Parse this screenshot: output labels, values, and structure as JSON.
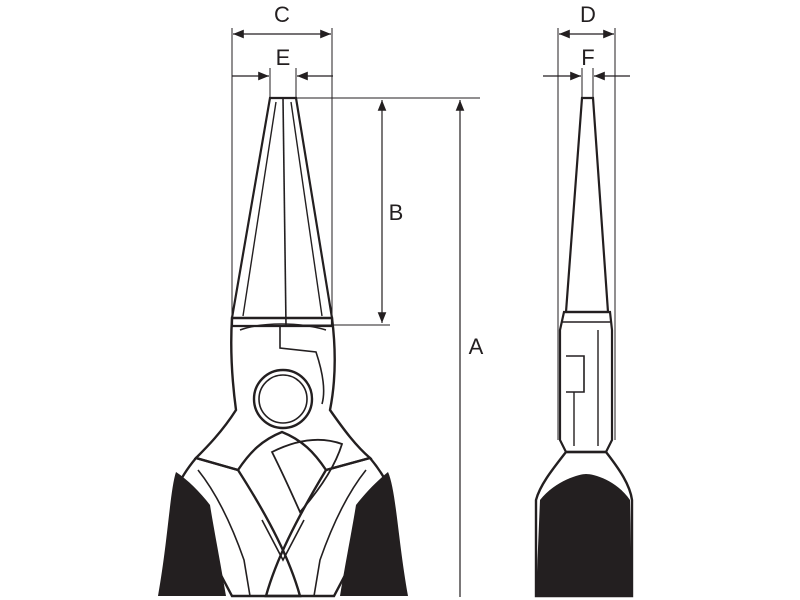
{
  "diagram": {
    "labels": {
      "A": "A",
      "B": "B",
      "C": "C",
      "D": "D",
      "E": "E",
      "F": "F"
    },
    "colors": {
      "ink": "#231f20",
      "grip": "#231f20",
      "background": "#ffffff"
    }
  }
}
